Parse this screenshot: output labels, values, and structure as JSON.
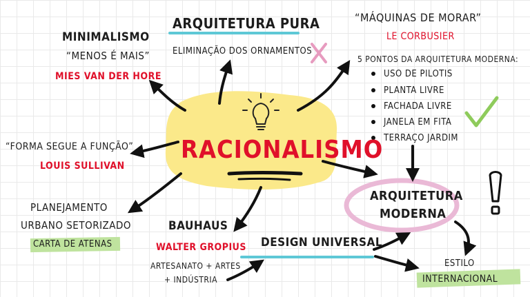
{
  "center": {
    "title": "Racionalismo"
  },
  "minimalismo": {
    "title": "Minimalismo",
    "quote": "“Menos é mais”",
    "author": "Mies van der Hore"
  },
  "arquitetura_pura": {
    "title": "Arquitetura Pura",
    "subtitle": "Eliminação dos ornamentos"
  },
  "maquinas": {
    "quote": "“Máquinas de morar”",
    "author": "Le Corbusier",
    "list_title": "5 pontos da arquitetura moderna:",
    "points": [
      "Uso de pilotis",
      "Planta livre",
      "Fachada livre",
      "Janela em fita",
      "Terraço jardim"
    ]
  },
  "forma": {
    "quote": "“Forma segue a função”",
    "author": "Louis Sullivan"
  },
  "planejamento": {
    "line1": "Planejamento",
    "line2": "urbano setorizado",
    "tag": "Carta de Atenas"
  },
  "bauhaus": {
    "title": "Bauhaus",
    "author": "Walter Gropius",
    "line1": "Artesanato + artes",
    "line2": "+ indústria"
  },
  "design": {
    "title": "Design universal"
  },
  "moderna": {
    "line1": "Arquitetura",
    "line2": "moderna"
  },
  "estilo": {
    "line1": "Estilo",
    "line2": "Internacional"
  },
  "colors": {
    "highlight_yellow": "#fbe98a",
    "ellipse_pink": "#eab9d6",
    "cross_pink": "#e79bbf",
    "check_green": "#8ecb5b",
    "underline_cyan": "#5ec8d6",
    "tag_green": "#bfe39e",
    "accent_red": "#e0102a"
  },
  "icons": {
    "bulb": "lightbulb-icon",
    "cross": "cross-mark-icon",
    "check": "check-mark-icon",
    "exclamation": "exclamation-icon"
  }
}
